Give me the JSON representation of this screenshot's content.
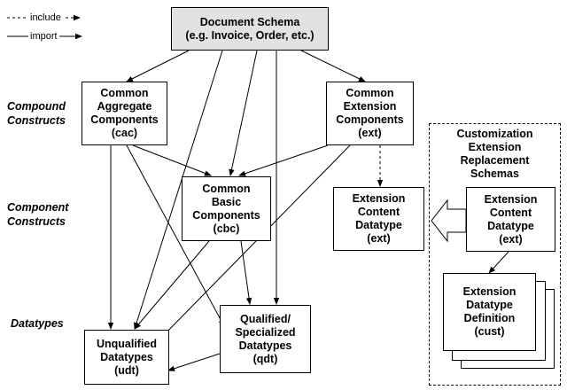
{
  "legend": {
    "include_label": "include",
    "import_label": "import"
  },
  "row_labels": {
    "compound": "Compound\nConstructs",
    "component": "Component\nConstructs",
    "datatypes": "Datatypes"
  },
  "nodes": {
    "document_schema": "Document Schema\n(e.g. Invoice, Order, etc.)",
    "cac": "Common\nAggregate\nComponents\n(cac)",
    "ext_components": "Common\nExtension\nComponents\n(ext)",
    "cbc": "Common\nBasic\nComponents\n(cbc)",
    "ext_content": "Extension\nContent\nDatatype\n(ext)",
    "udt": "Unqualified\nDatatypes\n(udt)",
    "qdt": "Qualified/\nSpecialized\nDatatypes\n(qdt)"
  },
  "customization": {
    "title": "Customization\nExtension\nReplacement\nSchemas",
    "ext_content": "Extension\nContent\nDatatype\n(ext)",
    "ext_definition": "Extension\nDatatype\nDefinition\n(cust)"
  },
  "colors": {
    "schema_fill": "#e2e2e2",
    "line": "#000000",
    "box_fill": "#ffffff"
  }
}
